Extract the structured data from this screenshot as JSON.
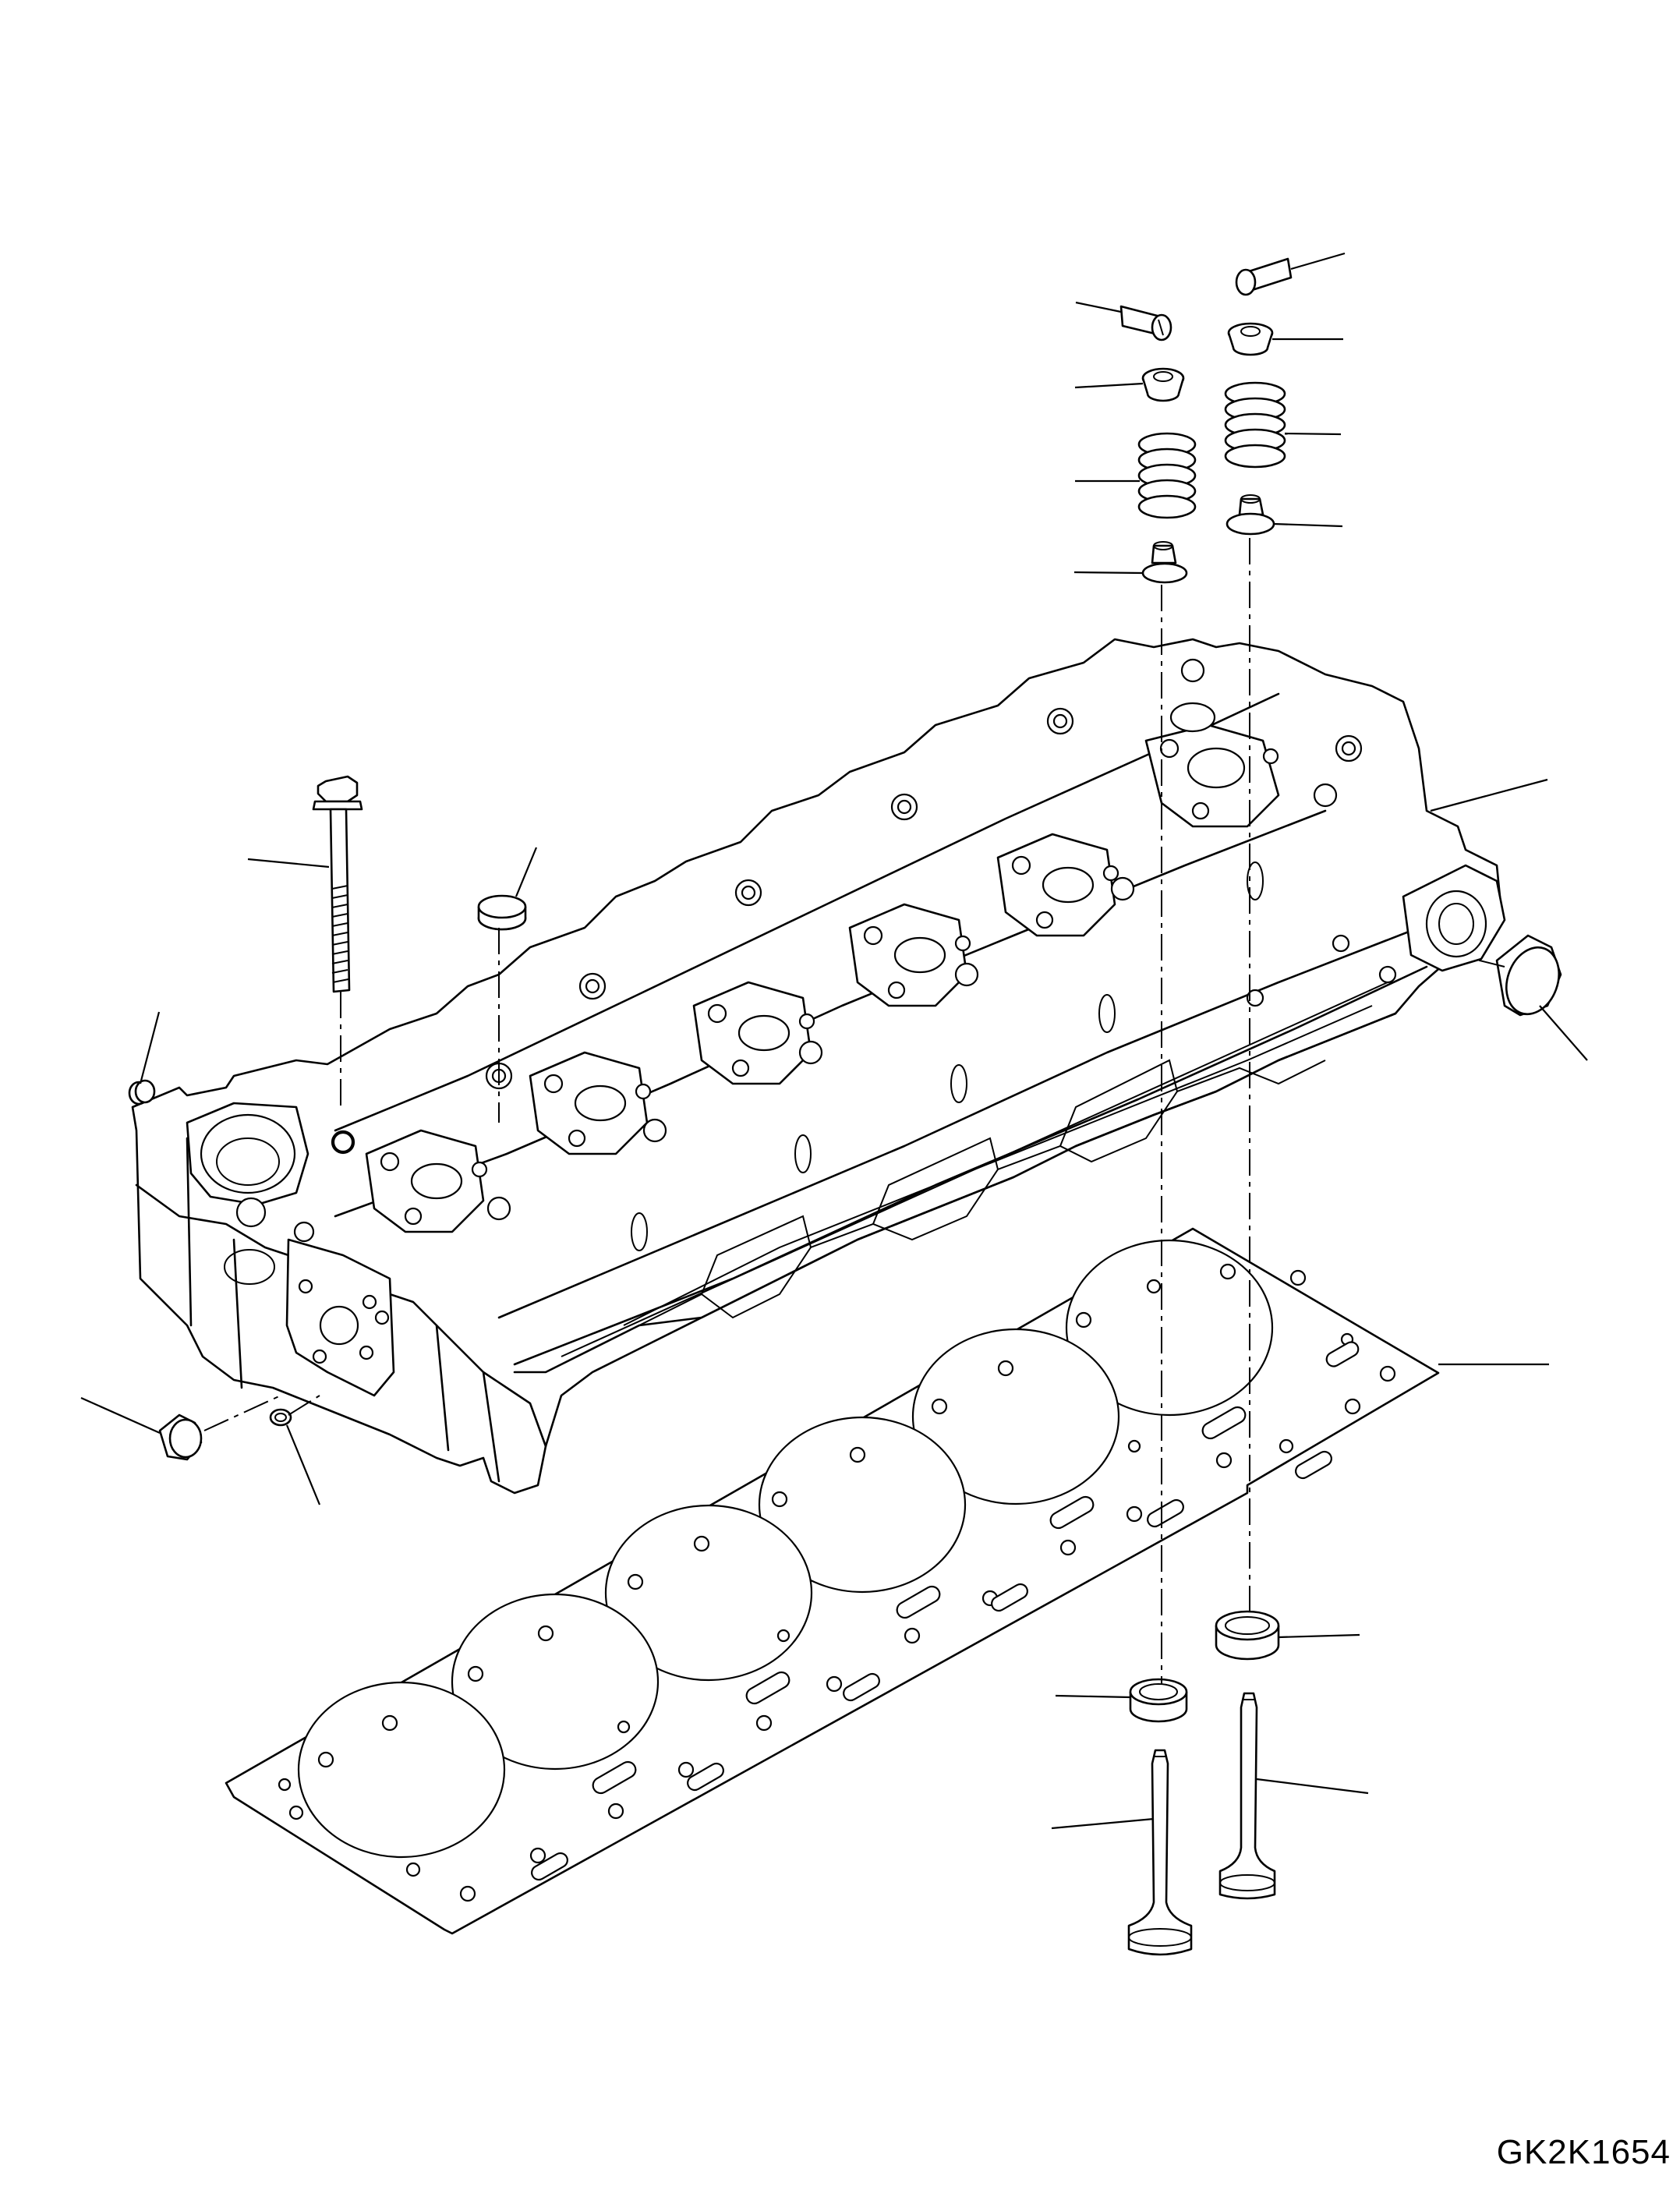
{
  "figure": {
    "drawing_code": "GK2K1654"
  },
  "parts": [
    "bolt",
    "plug-top",
    "plug-left-small",
    "plug-left-large",
    "o-ring",
    "cylinder-head",
    "plug-right",
    "head-gasket",
    "valve-stem-seal-intake",
    "valve-spring-intake",
    "spring-retainer-intake",
    "valve-cotter-intake",
    "valve-stem-seal-exhaust",
    "valve-spring-exhaust",
    "spring-retainer-exhaust",
    "valve-cotter-exhaust",
    "valve-seat-intake",
    "valve-seat-exhaust",
    "intake-valve",
    "exhaust-valve"
  ]
}
